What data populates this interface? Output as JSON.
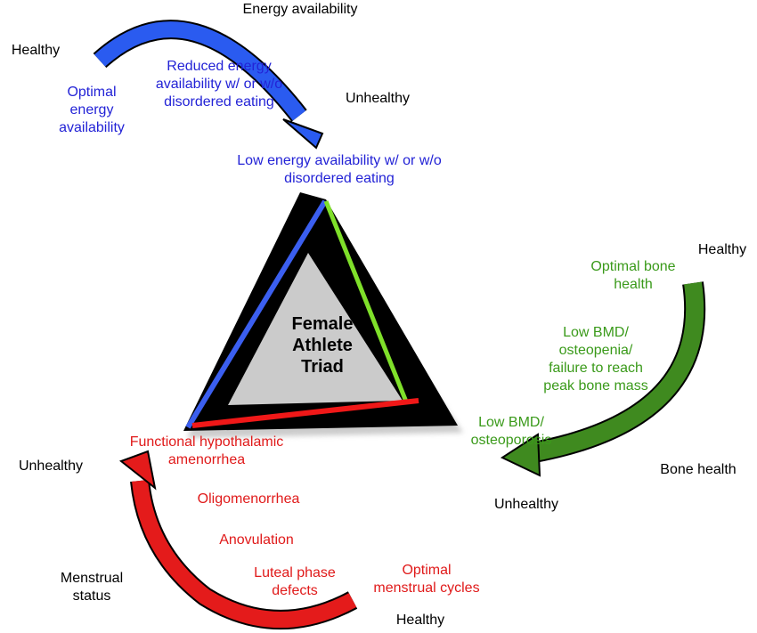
{
  "colors": {
    "energy": "#2a5bf0",
    "bone": "#3f8a1f",
    "menstrual": "#e41b1b",
    "triangle": "#000000"
  },
  "center_title": [
    "Female",
    "Athlete",
    "Triad"
  ],
  "energy": {
    "axis_label": "Energy availability",
    "healthy": "Healthy",
    "unhealthy": "Unhealthy",
    "stages": [
      [
        "Optimal",
        "energy",
        "availability"
      ],
      [
        "Reduced energy",
        "availability w/ or w/o",
        "disordered eating"
      ],
      [
        "Low energy availability w/ or w/o",
        "disordered eating"
      ]
    ]
  },
  "bone": {
    "axis_label": "Bone health",
    "healthy": "Healthy",
    "unhealthy": "Unhealthy",
    "stages": [
      [
        "Optimal bone",
        "health"
      ],
      [
        "Low BMD/",
        "osteopenia/",
        "failure to reach",
        "peak bone mass"
      ],
      [
        "Low BMD/",
        "osteoporosis"
      ]
    ]
  },
  "menstrual": {
    "axis_label": [
      "Menstrual",
      "status"
    ],
    "healthy": "Healthy",
    "unhealthy": "Unhealthy",
    "stages": [
      [
        "Optimal",
        "menstrual cycles"
      ],
      [
        "Luteal phase",
        "defects"
      ],
      [
        "Anovulation"
      ],
      [
        "Oligomenorrhea"
      ],
      [
        "Functional hypothalamic",
        "amenorrhea"
      ]
    ]
  }
}
